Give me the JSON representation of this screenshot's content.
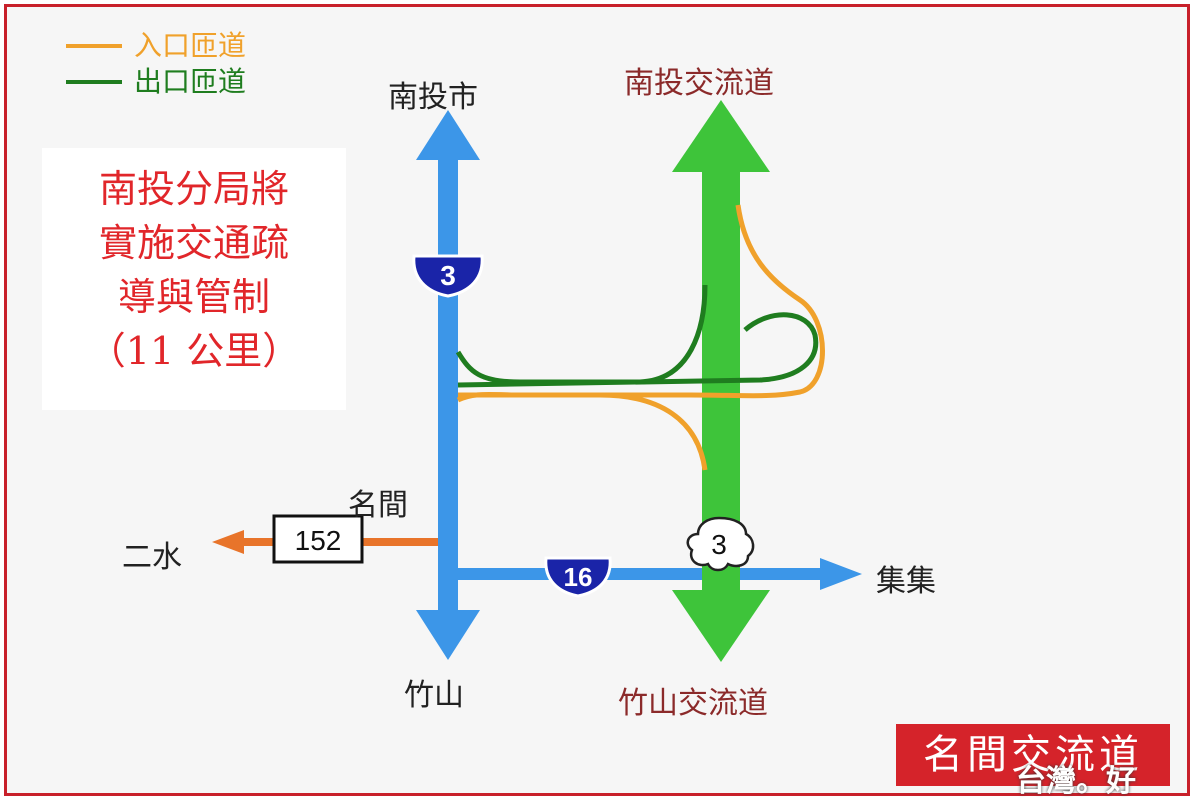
{
  "legend": {
    "entry_label": "入口匝道",
    "exit_label": "出口匝道",
    "entry_color": "#f0a12b",
    "exit_color": "#1f7d1f"
  },
  "notice": {
    "line1": "南投分局將",
    "line2": "實施交通疏",
    "line3": "導與管制",
    "line4": "（11 公里）"
  },
  "places": {
    "nantou_city": "南投市",
    "zhushan": "竹山",
    "mingjian": "名間",
    "ershui": "二水",
    "jiji": "集集",
    "nantou_interchange": "南投交流道",
    "zhushan_interchange": "竹山交流道"
  },
  "routes": {
    "provincial_3": "3",
    "provincial_16": "16",
    "county_152": "152",
    "freeway_3": "3"
  },
  "title": "名間交流道",
  "watermark": "台灣。好",
  "colors": {
    "blue_road": "#3c96e8",
    "green_freeway": "#3ec43a",
    "orange_road": "#e8742a",
    "shield_blue": "#1a24a8",
    "title_red": "#d5232a"
  }
}
